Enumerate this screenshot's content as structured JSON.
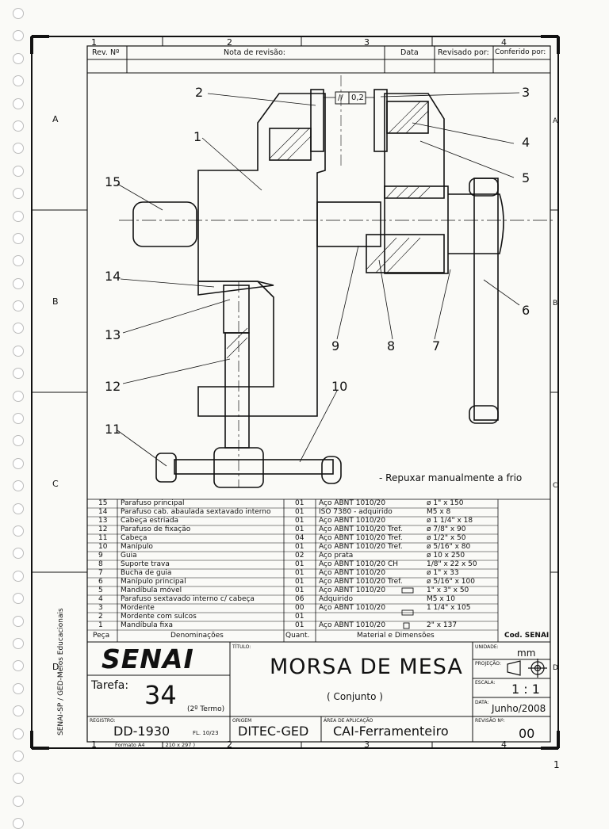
{
  "zones": {
    "columns": [
      "1",
      "2",
      "3",
      "4"
    ],
    "rows": [
      "A",
      "B",
      "C",
      "D"
    ]
  },
  "revision": {
    "rev_label": "Rev. Nº",
    "note_label": "Nota de revisão:",
    "date_label": "Data",
    "reviewed_label": "Revisado por:",
    "checked_label": "Conferido por:"
  },
  "callouts": [
    "1",
    "2",
    "3",
    "4",
    "5",
    "6",
    "7",
    "8",
    "9",
    "10",
    "11",
    "12",
    "13",
    "14",
    "15"
  ],
  "tolerance": {
    "symbol": "//",
    "value": "0,2"
  },
  "note": "- Repuxar manualmente a frio",
  "parts": [
    {
      "n": "15",
      "name": "Parafuso principal",
      "qty": "01",
      "material": "Aço ABNT 1010/20",
      "dim": "ø  1\" x 150"
    },
    {
      "n": "14",
      "name": "Parafuso cab. abaulada sextavado interno",
      "qty": "01",
      "material": "ISO 7380 - adquirido",
      "dim": "M5 x 8"
    },
    {
      "n": "13",
      "name": "Cabeça estriada",
      "qty": "01",
      "material": "Aço ABNT 1010/20",
      "dim": "ø  1 1/4\" x 18"
    },
    {
      "n": "12",
      "name": "Parafuso de fixação",
      "qty": "01",
      "material": "Aço ABNT 1010/20  Tref.",
      "dim": "ø  7/8\" x 90"
    },
    {
      "n": "11",
      "name": "Cabeça",
      "qty": "04",
      "material": "Aço ABNT 1010/20  Tref.",
      "dim": "ø  1/2\" x 50"
    },
    {
      "n": "10",
      "name": "Manípulo",
      "qty": "01",
      "material": "Aço ABNT 1010/20  Tref.",
      "dim": "ø  5/16\" x 80"
    },
    {
      "n": "9",
      "name": "Guia",
      "qty": "02",
      "material": "Aço prata",
      "dim": "ø  10 x 250"
    },
    {
      "n": "8",
      "name": "Suporte trava",
      "qty": "01",
      "material": "Aço ABNT 1010/20  CH",
      "dim": "1/8\" x 22 x 50"
    },
    {
      "n": "7",
      "name": "Bucha de guia",
      "qty": "01",
      "material": "Aço ABNT 1010/20",
      "dim": "ø  1\" x 33"
    },
    {
      "n": "6",
      "name": "Manípulo principal",
      "qty": "01",
      "material": "Aço ABNT 1010/20  Tref.",
      "dim": "ø  5/16\" x 100"
    },
    {
      "n": "5",
      "name": "Mandíbula móvel",
      "qty": "01",
      "material": "Aço ABNT 1010/20",
      "dim": "1\" x 3\" x 50"
    },
    {
      "n": "4",
      "name": "Parafuso sextavado interno c/ cabeça",
      "qty": "06",
      "material": "Adquirido",
      "dim": "M5 x 10"
    },
    {
      "n": "3",
      "name": "Mordente",
      "qty": "00",
      "material": "Aço ABNT 1010/20",
      "dim": "1 1/4\" x 105"
    },
    {
      "n": "2",
      "name": "Mordente com sulcos",
      "qty": "01",
      "material": "",
      "dim": ""
    },
    {
      "n": "1",
      "name": "Mandíbula fixa",
      "qty": "01",
      "material": "Aço ABNT 1010/20",
      "dim": "2\" x 137"
    }
  ],
  "parts_header": {
    "piece": "Peça",
    "names": "Denominações",
    "qty": "Quant.",
    "material": "Material   e   Dimensões",
    "code": "Cod. SENAI"
  },
  "title_block": {
    "logo": "SENAI",
    "side_text": "SENAI-SP / GED-Meios Educacionais",
    "task_label": "Tarefa:",
    "task_number": "34",
    "term": "(2º Termo)",
    "title_label": "TÍTULO:",
    "title": "MORSA DE MESA",
    "subtitle": "( Conjunto )",
    "unit_label": "UNIDADE:",
    "unit": "mm",
    "projection_label": "PROJEÇÃO:",
    "scale_label": "ESCALA:",
    "scale": "1 : 1",
    "date_label": "DATA:",
    "date": "Junho/2008",
    "registry_label": "REGISTRO:",
    "registry": "DD-1930",
    "sheet": "FL. 10/23",
    "origin_label": "ORIGEM",
    "origin": "DITEC-GED",
    "area_label": "ÁREA DE APLICAÇÃO",
    "area": "CAI-Ferramenteiro",
    "revision_label": "REVISÃO Nº:",
    "revision": "00",
    "format": "Formato A4",
    "format_size": "( 210 x 297 )"
  },
  "page_number": "1"
}
